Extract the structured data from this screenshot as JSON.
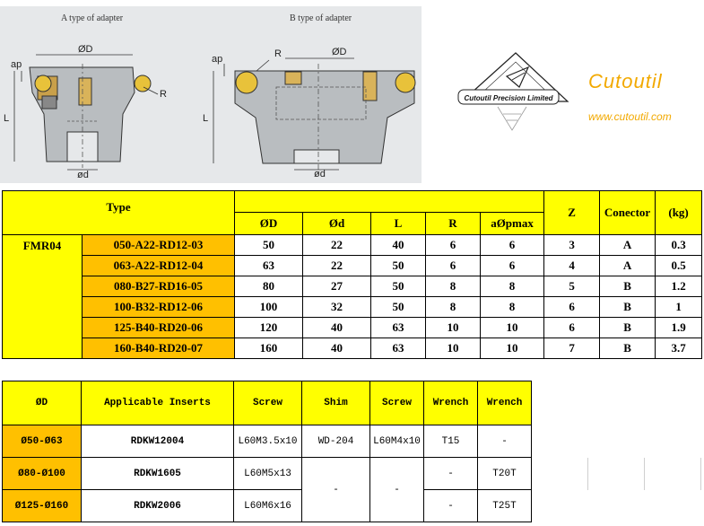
{
  "drawing": {
    "caption_a": "A type of adapter",
    "caption_b": "B type of adapter",
    "dims_a": {
      "diameter": "ØD",
      "ap": "ap",
      "length": "L",
      "radius": "R",
      "bore": "ød"
    },
    "dims_b": {
      "radius": "R",
      "diameter": "ØD",
      "ap": "ap",
      "length": "L",
      "bore": "ød"
    }
  },
  "logo": {
    "brand": "Cutoutil",
    "ribbon": "Cutoutil Precision Limited",
    "website": "www.cutoutil.com"
  },
  "colors": {
    "yellow": "#ffff00",
    "orange": "#ffc000",
    "brand": "#f2a900"
  },
  "spec_table": {
    "type_header": "Type",
    "columns": [
      "ØD",
      "Ød",
      "L",
      "R",
      "aØpmax",
      "Z",
      "Conector",
      "(kg)"
    ],
    "series": "FMR04",
    "rows": [
      {
        "model": "050-A22-RD12-03",
        "cells": [
          "50",
          "22",
          "40",
          "6",
          "6",
          "3",
          "A",
          "0.3"
        ]
      },
      {
        "model": "063-A22-RD12-04",
        "cells": [
          "63",
          "22",
          "50",
          "6",
          "6",
          "4",
          "A",
          "0.5"
        ]
      },
      {
        "model": "080-B27-RD16-05",
        "cells": [
          "80",
          "27",
          "50",
          "8",
          "8",
          "5",
          "B",
          "1.2"
        ]
      },
      {
        "model": "100-B32-RD12-06",
        "cells": [
          "100",
          "32",
          "50",
          "8",
          "8",
          "6",
          "B",
          "1"
        ]
      },
      {
        "model": "125-B40-RD20-06",
        "cells": [
          "120",
          "40",
          "63",
          "10",
          "10",
          "6",
          "B",
          "1.9"
        ]
      },
      {
        "model": "160-B40-RD20-07",
        "cells": [
          "160",
          "40",
          "63",
          "10",
          "10",
          "7",
          "B",
          "3.7"
        ]
      }
    ]
  },
  "insert_table": {
    "headers": [
      "ØD",
      "Applicable Inserts",
      "Screw",
      "Shim",
      "Screw",
      "Wrench",
      "Wrench"
    ],
    "rows": [
      {
        "range": "Ø50-Ø63",
        "insert": "RDKW12004",
        "screw": "L60M3.5x10",
        "shim": "WD-204",
        "screw2": "L60M4x10",
        "wrench1": "T15",
        "wrench2": "-"
      },
      {
        "range": "Ø80-Ø100",
        "insert": "RDKW1605",
        "screw": "L60M5x13",
        "wrench1": "-",
        "wrench2": "T20T"
      },
      {
        "range": "Ø125-Ø160",
        "insert": "RDKW2006",
        "screw": "L60M6x16",
        "wrench1": "-",
        "wrench2": "T25T"
      }
    ],
    "merged_shim": "-",
    "merged_screw2": "-"
  }
}
